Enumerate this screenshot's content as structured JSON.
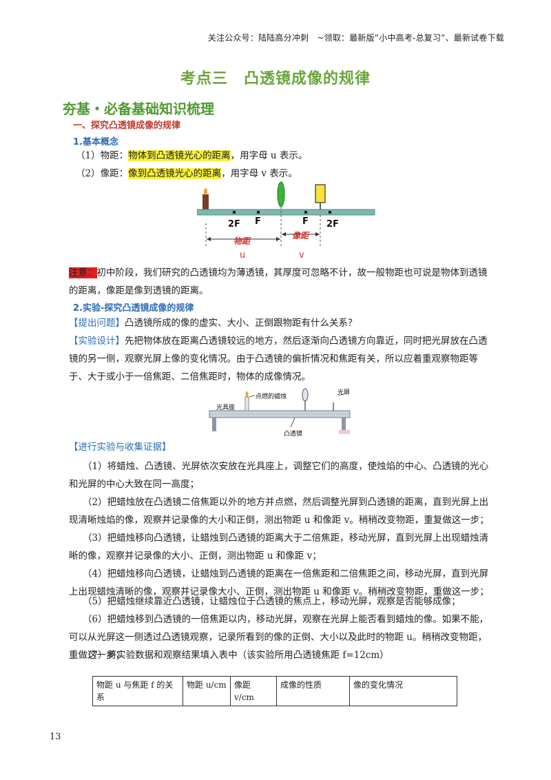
{
  "header_note": "关注公众号：陆陆高分冲刺　~领取：最新版“小中高考-总复习”、最新试卷下载",
  "title": "考点三　凸透镜成像的规律",
  "section_title": "夯基・必备基础知识梳理",
  "part1_heading": "一、探究凸透镜成像的规律",
  "sub1_heading": "1.基本概念",
  "concept1": {
    "prefix": "（1）物距：",
    "highlight": "物体到凸透镜光心的距离",
    "suffix": "，用字母 u 表示。"
  },
  "concept2": {
    "prefix": "（2）像距：",
    "highlight": "像到凸透镜光心的距离",
    "suffix": "，用字母 v 表示。"
  },
  "diagram1": {
    "label_2f_left": "2F",
    "label_f_left": "F",
    "label_f_right": "F",
    "label_2f_right": "2F",
    "label_object_distance": "物距",
    "label_u": "u",
    "label_image_distance": "像距",
    "label_v": "v"
  },
  "note": {
    "tag": "注意：",
    "text": "初中阶段，我们研究的凸透镜均为薄透镜，其厚度可忽略不计，故一般物距也可说是物体到透镜的距离，像距是像到透镜的距离。"
  },
  "sub2_heading": "2.实验-探究凸透镜成像的规律",
  "question": {
    "tag": "【提出问题】",
    "text": "凸透镜所成的像的虚实、大小、正倒跟物距有什么关系？"
  },
  "design": {
    "tag": "【实验设计】",
    "text": "先把物体放在距离凸透镜较远的地方，然后逐渐向凸透镜方向靠近，同时把光屏放在凸透镜的另一侧，观察光屏上像的变化情况。由于凸透镜的偏折情况和焦距有关，所以应着重观察物距等于、大于或小于一倍焦距、二倍焦距时，物体的成像情况。"
  },
  "diagram2": {
    "label_candle": "点燃的蜡烛",
    "label_screen": "光屏",
    "label_bench": "光具座",
    "label_lens": "凸透镜"
  },
  "procedure_tag": "【进行实验与收集证据】",
  "steps": [
    "（1）将蜡烛、凸透镜、光屏依次安放在光具座上，调整它们的高度，使烛焰的中心、凸透镜的光心和光屏的中心大致在同一高度；",
    "（2）把蜡烛放在凸透镜二倍焦距以外的地方并点燃，然后调整光屏到凸透镜的距离，直到光屏上出现清晰烛焰的像，观察并记录像的大小和正倒，测出物距 u 和像距 v。稍稍改变物距，重复做这一步；",
    "（3）把蜡烛移向凸透镜，让蜡烛到凸透镜的距离大于二倍焦距，移动光屏，直到光屏上出现蜡烛清晰的像，观察并记录像的大小、正倒，测出物距 u 和像距 v；",
    "（4）把蜡烛移向凸透镜，让蜡烛到凸透镜的距离在一倍焦距和二倍焦距之间，移动光屏，直到光屏上出现蜡烛清晰的像，观察并记录像大小、正倒，测出物距 u 和像距 v。稍稍改变物距，重做这一步；",
    "（5）把蜡烛继续靠近凸透镜，让蜡烛位于凸透镜的焦点上，移动光屏，观察是否能够成像；",
    "（6）把蜡烛移到凸透镜的一倍焦距以内，移动光屏，观察在光屏上能否看到蜡烛的像。如果不能，可以从光屏这一侧透过凸透镜观察，记录所看到的像的正倒、大小以及此时的物距 u。稍稍改变物距，重做这一步；",
    "（7）将实验数据和观察结果填入表中（该实验所用凸透镜焦距 f=12cm）"
  ],
  "table": {
    "headers": [
      "物距 u 与焦距 f 的关系",
      "物距 u/cm",
      "像距 v/cm",
      "成像的性质",
      "像的变化情况"
    ]
  },
  "page_number": "13"
}
